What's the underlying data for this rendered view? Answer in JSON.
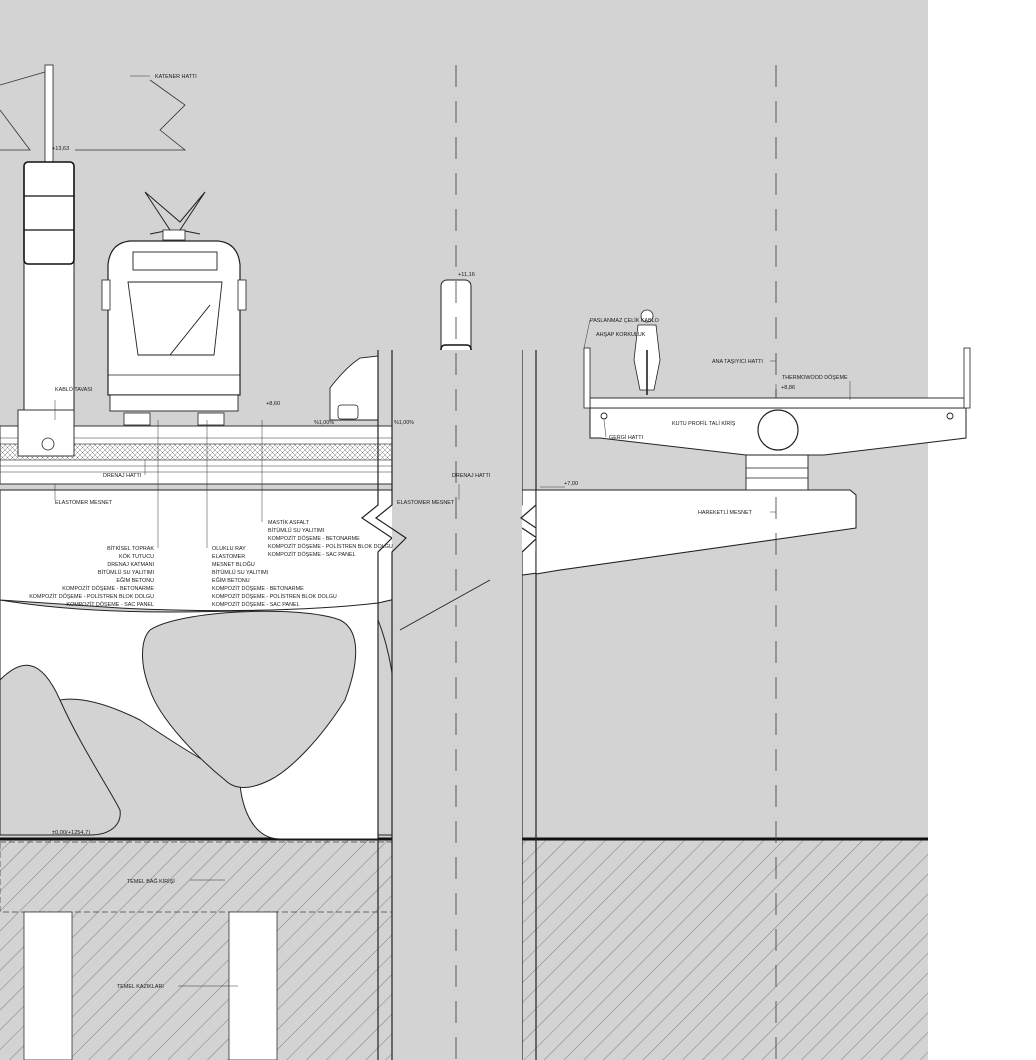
{
  "colors": {
    "background": "#d3d3d3",
    "paper": "#ffffff",
    "line": "#1a1a1a",
    "dash": "#3a3a3a"
  },
  "levels": {
    "catenary_top": "+13,63",
    "post_top": "+11,16",
    "tram_deck": "+8,60",
    "bike_deck": "+8,86",
    "console": "+7,00",
    "ground": "±0,00(+1254,7)"
  },
  "slopes": {
    "s1": "%1,00%",
    "s2": "%1,00%"
  },
  "callouts": {
    "catenary_line": "KATENER HATTI",
    "cable_tray": "KABLO TAVASI",
    "drainage_left": "DRENAJ HATTI",
    "drainage_right": "DRENAJ HATTI",
    "elastomer_left": "ELASTOMER MESNET",
    "elastomer_right": "ELASTOMER MESNET",
    "steel_cable": "PASLANMAZ ÇELİK KABLO",
    "wood_rail": "AHŞAP KORKULUK",
    "main_beam": "ANA TAŞIYICI HATTI",
    "thermowood": "THERMOWOOD DÖŞEME",
    "box_beam": "KUTU PROFİL TALİ KİRİŞ",
    "tension_line": "GERGİ HATTI",
    "sliding_bearing": "HAREKETLİ MESNET",
    "foundation_beam": "TEMEL BAĞ KİRİŞİ",
    "foundation_piles": "TEMEL KAZIKLARI"
  },
  "layers": {
    "left_stack": [
      "BİTKİSEL TOPRAK",
      "KÖK TUTUCU",
      "DRENAJ KATMANI",
      "BİTÜMLÜ SU YALITIMI",
      "EĞİM BETONU",
      "KOMPOZİT DÖŞEME - BETONARME",
      "KOMPOZİT DÖŞEME - POLİSTREN BLOK DOLGU",
      "KOMPOZİT DÖŞEME - SAC PANEL"
    ],
    "rail_stack": [
      "OLUKLU RAY",
      "ELASTOMER",
      "MESNET BLOĞU",
      "BİTÜMLÜ SU YALITIMI",
      "EĞİM BETONU",
      "KOMPOZİT DÖŞEME - BETONARME",
      "KOMPOZİT DÖŞEME - POLİSTREN BLOK DOLGU",
      "KOMPOZİT DÖŞEME - SAC PANEL"
    ],
    "road_stack": [
      "MASTİK ASFALT",
      "BİTÜMLÜ SU YALITIMI",
      "KOMPOZİT DÖŞEME - BETONARME",
      "KOMPOZİT DÖŞEME - POLİSTREN BLOK DOLGU",
      "KOMPOZİT DÖŞEME - SAC PANEL"
    ]
  }
}
